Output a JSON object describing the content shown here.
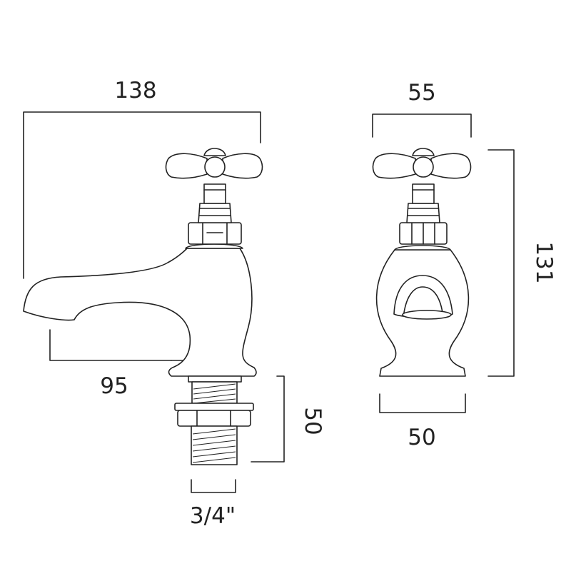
{
  "dimensions": {
    "side_width": "138",
    "spout_reach": "95",
    "tail_height": "50",
    "thread_size": "3/4\"",
    "front_width": "55",
    "overall_height": "131",
    "base_width": "50"
  },
  "colors": {
    "line": "#222222",
    "background": "#ffffff"
  }
}
